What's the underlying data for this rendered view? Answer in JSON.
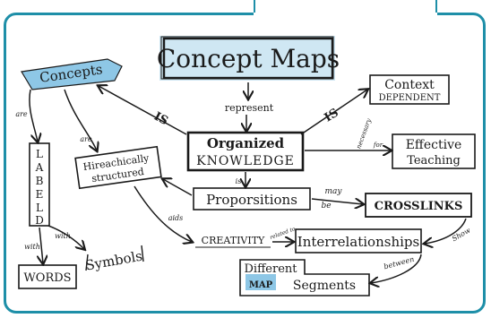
{
  "nodes": {
    "concept_maps": "Concept Maps",
    "concepts": "Concepts",
    "context_dependent_1": "Context",
    "context_dependent_2": "DEPENDENT",
    "organized_1": "Organized",
    "organized_2": "KNOWLEDGE",
    "effective_1": "Effective",
    "effective_2": "Teaching",
    "labeled": [
      "L",
      "A",
      "B",
      "E",
      "L",
      "D"
    ],
    "hierarchically_1": "Hireachically",
    "hierarchically_2": "structured",
    "propositions": "Proporsitions",
    "crosslinks": "CROSSLINKS",
    "creativity": "CREATIVITY",
    "interrelationships": "Interrelationships",
    "words": "WORDS",
    "symbols": "Symbols",
    "different_1": "Different",
    "different_2": "MAP",
    "different_3": "Segments"
  },
  "links": {
    "represent": "represent",
    "is_left": "IS",
    "is_right": "IS",
    "is_down": "is",
    "are_left": "are",
    "are_mid": "are",
    "necessary_for": "necessary",
    "for": "for",
    "may_be": "may",
    "be": "be",
    "aids": "aids",
    "related_to": "related to",
    "with_1": "with",
    "with_2": "with",
    "show": "Show",
    "between": "between"
  },
  "colors": {
    "frame": "#1e8fa8",
    "highlight": "#8ec7e6",
    "ink": "#1a1a1a"
  }
}
